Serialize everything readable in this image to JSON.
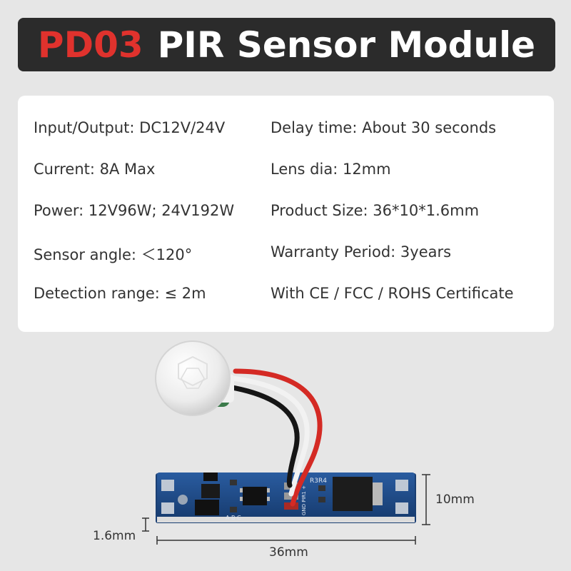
{
  "title": {
    "code": "PD03",
    "rest": "PIR Sensor Module"
  },
  "specs": {
    "left": [
      "Input/Output: DC12V/24V",
      "Current: 8A Max",
      "Power: 12V96W; 24V192W",
      "Sensor angle: ＜120°",
      "Detection range: ≤ 2m"
    ],
    "right": [
      "Delay time: About 30 seconds",
      "Lens dia: 12mm",
      "Product Size: 36*10*1.6mm",
      "Warranty Period: 3years",
      "With CE / FCC / ROHS Certificate"
    ]
  },
  "dimensions": {
    "height": "10mm",
    "thickness": "1.6mm",
    "length": "36mm"
  },
  "board_marks": {
    "r3r4": "R3R4",
    "pir": "GND PIR1 +",
    "abc": "A  B  C"
  },
  "colors": {
    "accent_red": "#e0322d",
    "title_bg": "#2b2b2b",
    "pcb_blue": "#1f4a86"
  }
}
